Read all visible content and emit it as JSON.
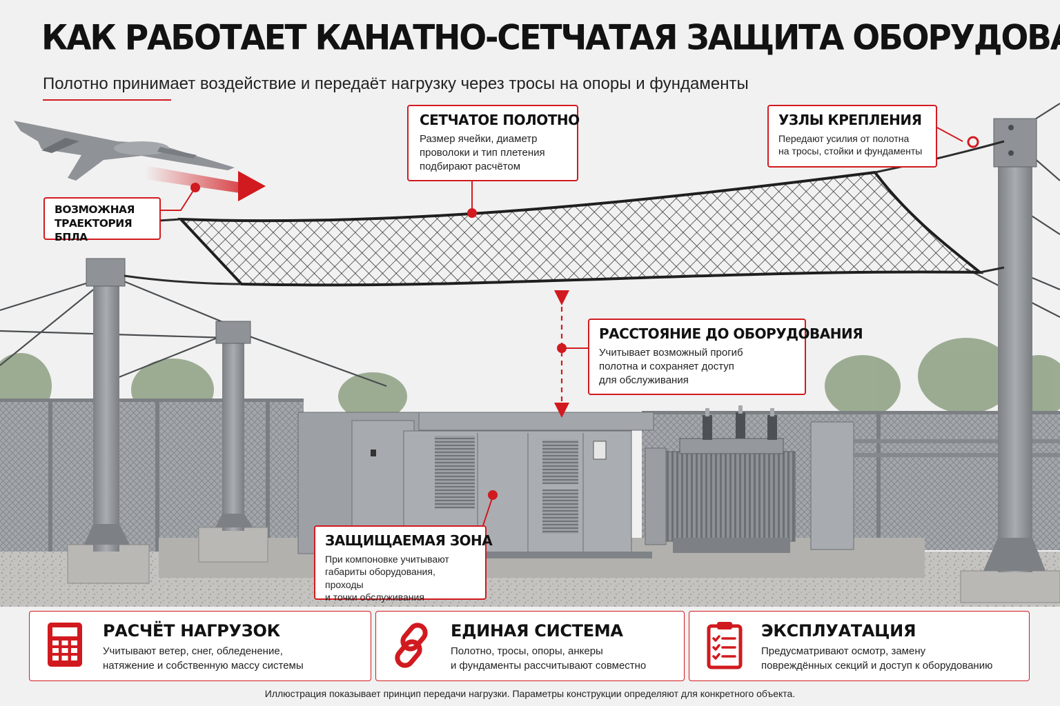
{
  "header": {
    "title": "КАК РАБОТАЕТ КАНАТНО-СЕТЧАТАЯ ЗАЩИТА ОБОРУДОВАНИЯ",
    "subtitle": "Полотно принимает воздействие и передаёт нагрузку через тросы на опоры и фундаменты"
  },
  "callouts": {
    "mesh": {
      "title": "СЕТЧАТОЕ ПОЛОТНО",
      "text": "Размер ячейки, диаметр\nпроволоки и тип плетения\nподбирают расчётом"
    },
    "nodes": {
      "title": "УЗЛЫ КРЕПЛЕНИЯ",
      "text": "Передают усилия от полотна\nна тросы, стойки и фундаменты"
    },
    "uav": {
      "title": "ВОЗМОЖНАЯ\nТРАЕКТОРИЯ БПЛА"
    },
    "distance": {
      "title": "РАССТОЯНИЕ ДО ОБОРУДОВАНИЯ",
      "text": "Учитывает возможный прогиб\nполотна и сохраняет доступ\nдля обслуживания"
    },
    "zone": {
      "title": "ЗАЩИЩАЕМАЯ ЗОНА",
      "text": "При компоновке учитывают\nгабариты оборудования, проходы\nи точки обслуживания"
    }
  },
  "cards": [
    {
      "icon": "calculator-icon",
      "title": "РАСЧЁТ НАГРУЗОК",
      "text": "Учитывают ветер, снег, обледенение,\nнатяжение и собственную массу системы"
    },
    {
      "icon": "chain-link-icon",
      "title": "ЕДИНАЯ СИСТЕМА",
      "text": "Полотно, тросы, опоры, анкеры\nи фундаменты рассчитывают совместно"
    },
    {
      "icon": "clipboard-checklist-icon",
      "title": "ЭКСПЛУАТАЦИЯ",
      "text": "Предусматривают осмотр, замену\nповреждённых секций и доступ к оборудованию"
    }
  ],
  "footnote": "Иллюстрация показывает принцип передачи нагрузки. Параметры конструкции определяют для конкретного объекта.",
  "colors": {
    "accent": "#d11a1f",
    "background": "#f1f1f1",
    "steel": "#8d9094",
    "text": "#111111"
  }
}
